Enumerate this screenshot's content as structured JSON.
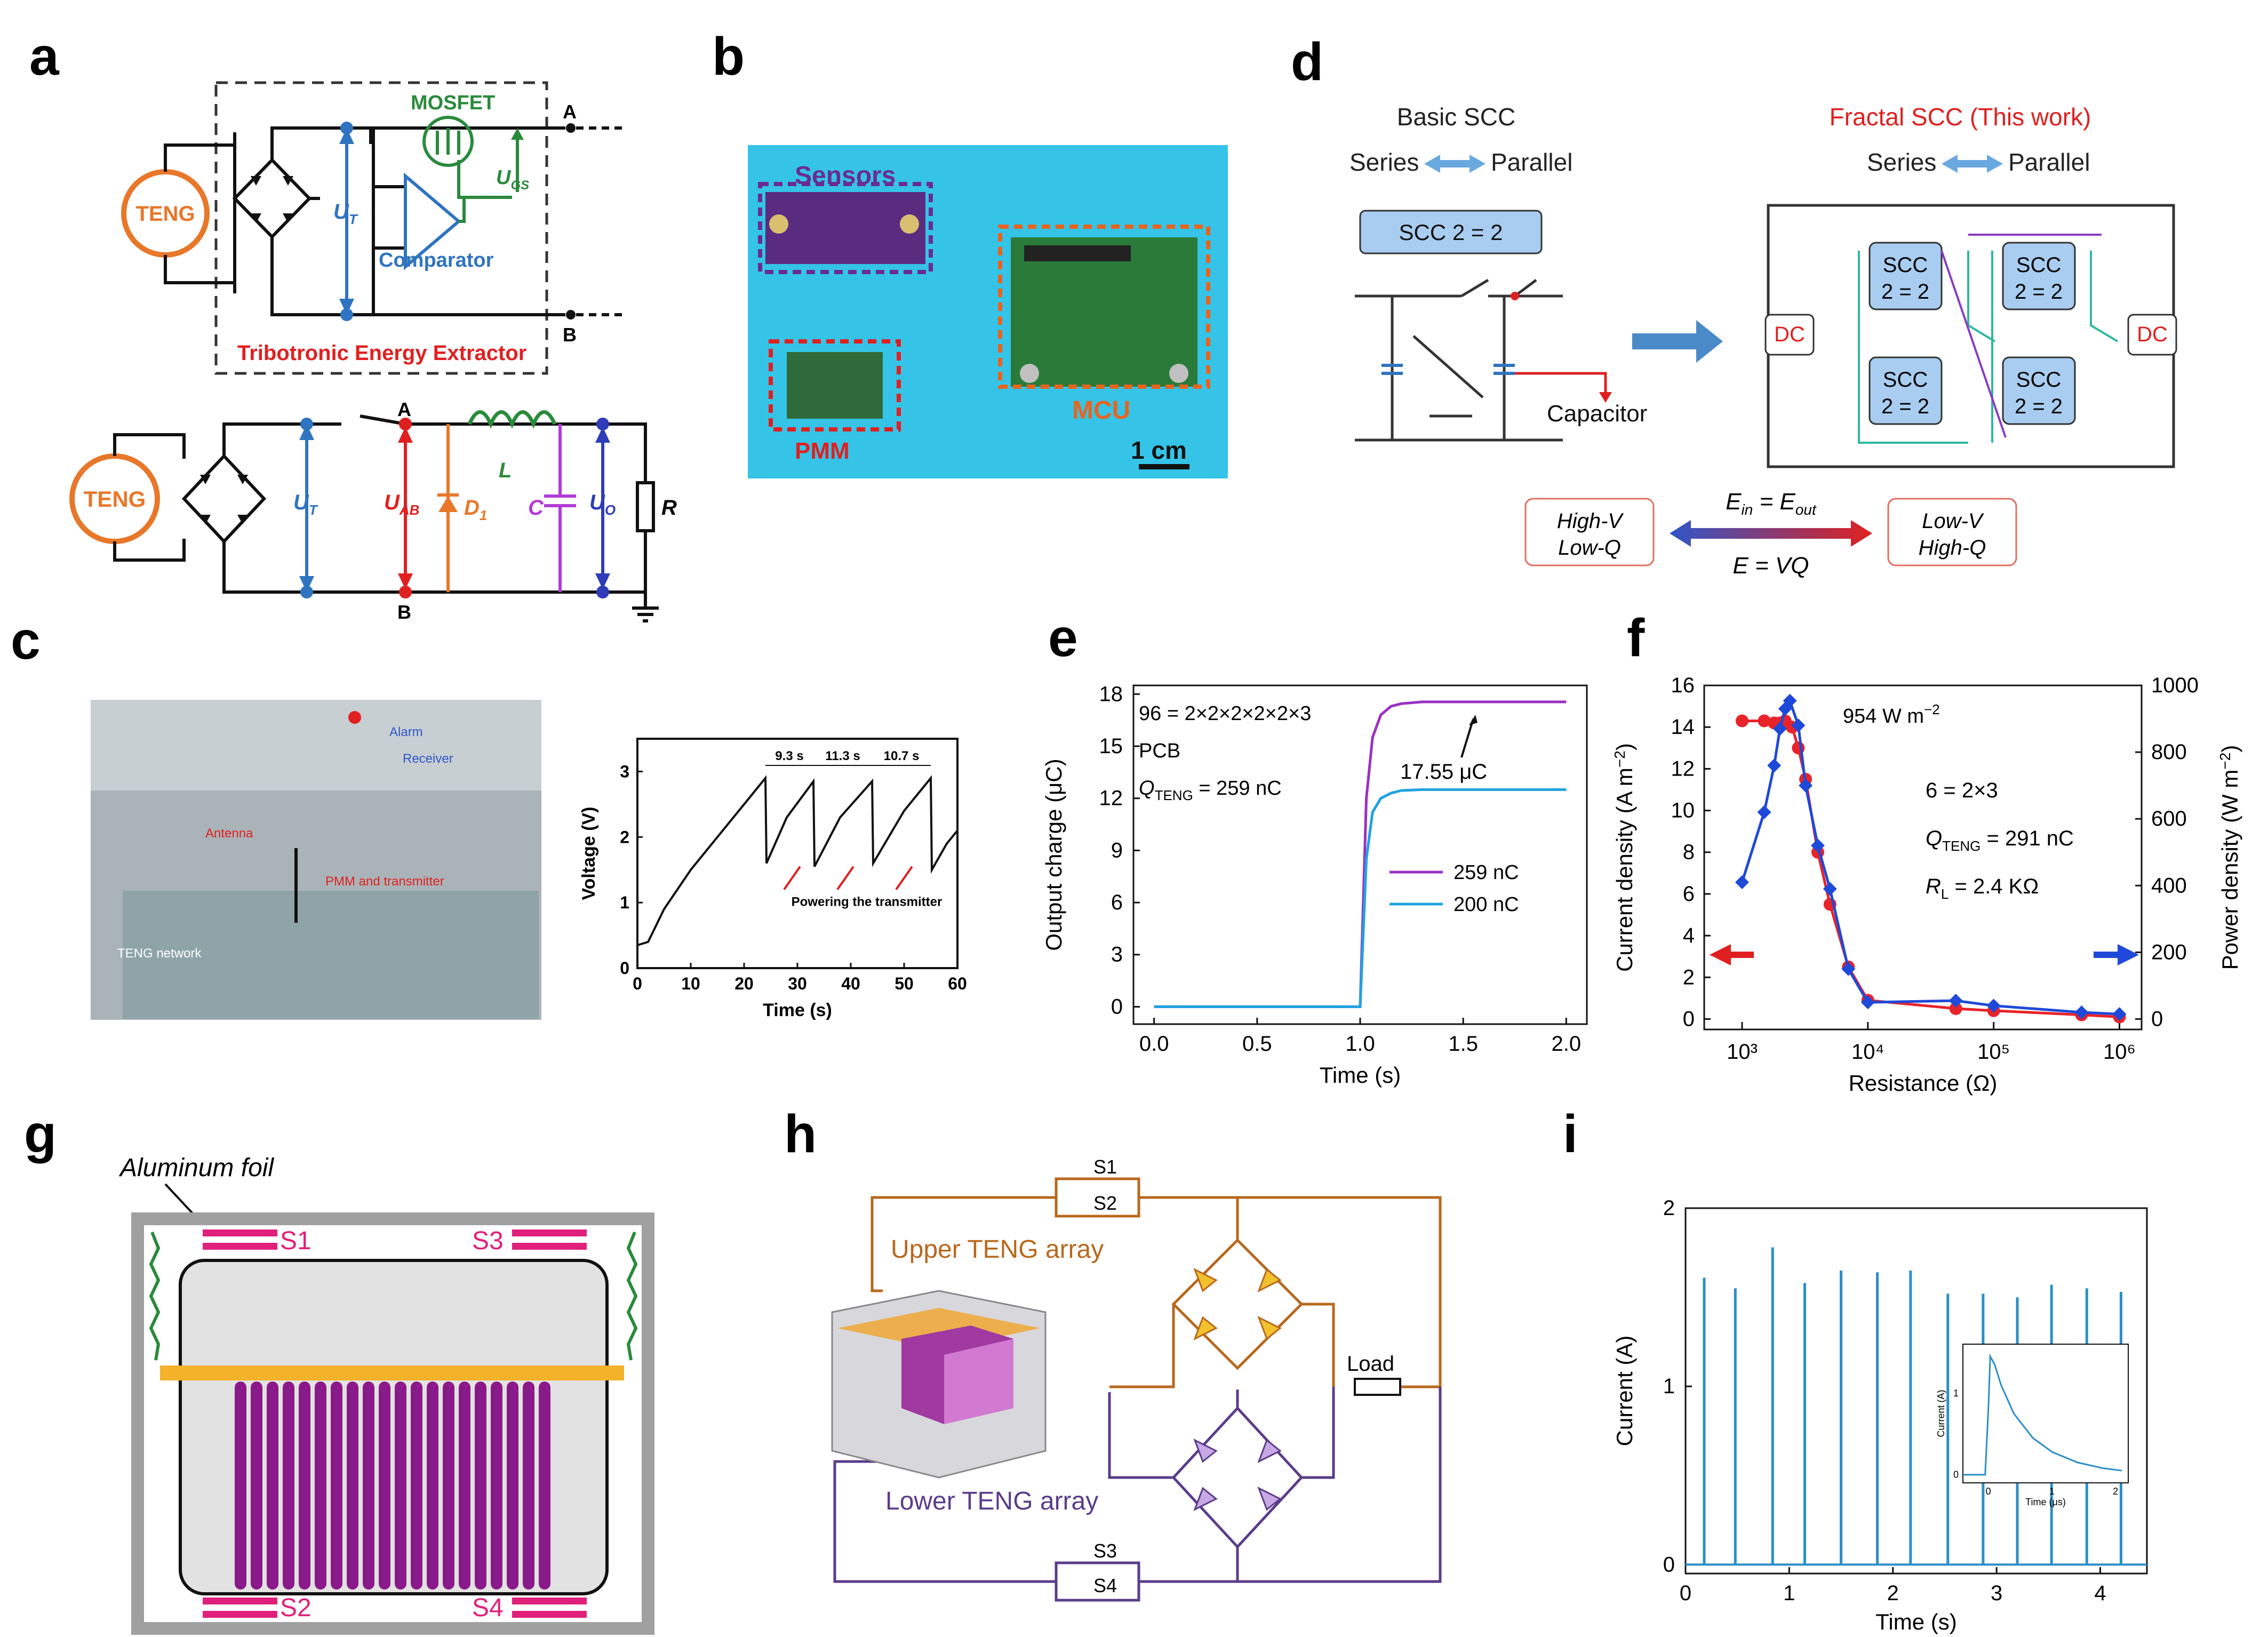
{
  "panels": {
    "a": {
      "letter": "a",
      "teng_top": "TENG",
      "mosfet": "MOSFET",
      "node_a": "A",
      "node_b": "B",
      "ut": "U",
      "ut_sub": "T",
      "ugs": "U",
      "ugs_sub": "GS",
      "comparator": "Comparator",
      "extractor": "Tribotronic Energy Extractor",
      "teng_bottom": "TENG",
      "ut2": "U",
      "ut2_sub": "T",
      "a2": "A",
      "b2": "B",
      "uab": "U",
      "uab_sub": "AB",
      "d1": "D",
      "d1_sub": "1",
      "l": "L",
      "c": "C",
      "uo": "U",
      "uo_sub": "O",
      "r": "R"
    },
    "b": {
      "letter": "b",
      "sensors": "Sensors",
      "mcu": "MCU",
      "pmm": "PMM",
      "scale": "1 cm",
      "colors": {
        "bg": "#35c4e8",
        "sensors": "#6a2c91",
        "pmm": "#e02020",
        "mcu": "#e8641e"
      }
    },
    "c": {
      "letter": "c",
      "photo_labels": {
        "alarm": "Alarm",
        "receiver": "Receiver",
        "antenna": "Antenna",
        "pmm": "PMM and transmitter",
        "network": "TENG network"
      }
    },
    "d": {
      "letter": "d",
      "basic_title": "Basic SCC",
      "fractal_title": "Fractal SCC (This work)",
      "series": "Series",
      "parallel": "Parallel",
      "series2": "Series",
      "parallel2": "Parallel",
      "scc_box": "SCC      2 = 2",
      "capacitor": "Capacitor",
      "dc_left": "DC",
      "dc_right": "DC",
      "scc": "SCC",
      "scc_ratio": "2 = 2",
      "hv": "High-V",
      "lq": "Low-Q",
      "lv": "Low-V",
      "hq": "High-Q",
      "ein": "E",
      "ein_sub": "in",
      "eq1_mid": " = ",
      "eout": "E",
      "eout_sub": "out",
      "evq": "E = VQ"
    },
    "e": {
      "letter": "e",
      "factor": "96 = 2×2×2×2×2×3",
      "pcb": "PCB",
      "qteng": "Q",
      "qteng_sub": "TENG",
      "qteng_val": " = 259 nC",
      "peak": "17.55 μC",
      "legend": [
        "259 nC",
        "200 nC"
      ]
    },
    "f": {
      "letter": "f",
      "peak": "954 W m",
      "peak_sup": "−2",
      "factor": "6 = 2×3",
      "qteng": "Q",
      "qteng_sub": "TENG",
      "qteng_val": " = 291 nC",
      "rl": "R",
      "rl_sub": "L",
      "rl_val": " = 2.4 KΩ"
    },
    "g": {
      "letter": "g",
      "foil": "Aluminum foil",
      "s1": "S1",
      "s2": "S2",
      "s3": "S3",
      "s4": "S4"
    },
    "h": {
      "letter": "h",
      "s1": "S1",
      "s2": "S2",
      "s3": "S3",
      "s4": "S4",
      "upper": "Upper TENG array",
      "lower": "Lower TENG array",
      "load": "Load"
    },
    "i": {
      "letter": "i"
    }
  },
  "chart_data": [
    {
      "panel": "c",
      "type": "line",
      "xlabel": "Time (s)",
      "ylabel": "Voltage (V)",
      "xlim": [
        0,
        60
      ],
      "ylim": [
        0,
        3.5
      ],
      "xticks": [
        0,
        10,
        20,
        30,
        40,
        50,
        60
      ],
      "yticks": [
        0,
        1,
        2,
        3
      ],
      "annotations": [
        "9.3 s",
        "11.3 s",
        "10.7 s",
        "Powering the transmitter"
      ],
      "series": [
        {
          "x": [
            0,
            2,
            5,
            10,
            15,
            20,
            24,
            24.2,
            28,
            33,
            33.2,
            38,
            44,
            44.2,
            50,
            55,
            55.2,
            58,
            60
          ],
          "y": [
            0.35,
            0.4,
            0.9,
            1.5,
            2.0,
            2.5,
            2.9,
            1.6,
            2.3,
            2.85,
            1.55,
            2.3,
            2.85,
            1.6,
            2.4,
            2.9,
            1.5,
            1.9,
            2.1
          ]
        }
      ]
    },
    {
      "panel": "e",
      "type": "line",
      "xlabel": "Time (s)",
      "ylabel": "Output charge (μC)",
      "xlim": [
        -0.1,
        2.1
      ],
      "ylim": [
        -1,
        18.5
      ],
      "xticks": [
        0.0,
        0.5,
        1.0,
        1.5,
        2.0
      ],
      "yticks": [
        0,
        3,
        6,
        9,
        12,
        15,
        18
      ],
      "legend": "center-right",
      "series": [
        {
          "name": "259 nC",
          "color": "#9b30c4",
          "x": [
            0,
            1.0,
            1.03,
            1.06,
            1.1,
            1.15,
            1.2,
            1.3,
            1.5,
            2.0
          ],
          "y": [
            0,
            0,
            12.0,
            15.5,
            16.8,
            17.3,
            17.45,
            17.55,
            17.55,
            17.55
          ]
        },
        {
          "name": "200 nC",
          "color": "#1fa3e0",
          "x": [
            0,
            1.0,
            1.03,
            1.06,
            1.1,
            1.15,
            1.2,
            1.3,
            1.5,
            2.0
          ],
          "y": [
            0,
            0,
            8.5,
            11.2,
            12.0,
            12.3,
            12.45,
            12.5,
            12.5,
            12.5
          ]
        }
      ]
    },
    {
      "panel": "f",
      "type": "scatter",
      "xlabel": "Resistance (Ω)",
      "ylabel": "Current density (A m",
      "ylabel_sup": "−2",
      "ylabel_end": ")",
      "y2label": "Power density (W m",
      "y2label_sup": "−2",
      "y2label_end": ")",
      "x_scale": "log",
      "xlim": [
        500,
        1500000
      ],
      "ylim": [
        -0.5,
        16
      ],
      "y2lim": [
        -31.25,
        1000
      ],
      "xticks": [
        "10³",
        "10⁴",
        "10⁵",
        "10⁶"
      ],
      "yticks": [
        0,
        2,
        4,
        6,
        8,
        10,
        12,
        14,
        16
      ],
      "y2ticks": [
        0,
        200,
        400,
        600,
        800,
        1000
      ],
      "series": [
        {
          "name": "Current density",
          "axis": "left",
          "color": "#e8232a",
          "x": [
            1000,
            1500,
            1800,
            2000,
            2200,
            2500,
            2800,
            3200,
            4000,
            5000,
            7000,
            10000,
            50000,
            100000,
            500000,
            1000000
          ],
          "y": [
            14.3,
            14.3,
            14.2,
            14.2,
            14.3,
            14.0,
            13.0,
            11.5,
            8.0,
            5.5,
            2.5,
            0.9,
            0.5,
            0.4,
            0.2,
            0.1
          ]
        },
        {
          "name": "Power density",
          "axis": "right",
          "color": "#1f49d8",
          "x": [
            1000,
            1500,
            1800,
            2000,
            2200,
            2400,
            2800,
            3200,
            4000,
            5000,
            7000,
            10000,
            50000,
            100000,
            500000,
            1000000
          ],
          "y": [
            410,
            620,
            760,
            870,
            930,
            954,
            880,
            700,
            520,
            390,
            150,
            50,
            55,
            40,
            20,
            15
          ]
        }
      ]
    },
    {
      "panel": "i",
      "type": "line",
      "xlabel": "Time (s)",
      "ylabel": "Current (A)",
      "xlim": [
        0,
        4.45
      ],
      "ylim": [
        -0.05,
        2
      ],
      "xticks": [
        0,
        1,
        2,
        3,
        4
      ],
      "yticks": [
        0,
        1,
        2
      ],
      "spikes": {
        "x": [
          0.18,
          0.48,
          0.84,
          1.15,
          1.5,
          1.85,
          2.17,
          2.53,
          2.87,
          3.2,
          3.53,
          3.87,
          4.2
        ],
        "y": [
          1.61,
          1.55,
          1.78,
          1.58,
          1.65,
          1.64,
          1.65,
          1.52,
          1.52,
          1.5,
          1.57,
          1.55,
          1.53
        ]
      },
      "inset": {
        "xlabel": "Time (μs)",
        "ylabel": "Current (A)",
        "xlim": [
          -0.4,
          2.2
        ],
        "ylim": [
          -0.1,
          1.6
        ],
        "xticks": [
          0,
          1,
          2
        ],
        "yticks": [
          0,
          1
        ],
        "x": [
          -0.4,
          -0.05,
          0,
          0.03,
          0.1,
          0.2,
          0.4,
          0.7,
          1.0,
          1.4,
          1.8,
          2.1
        ],
        "y": [
          0,
          0,
          0.8,
          1.45,
          1.35,
          1.1,
          0.75,
          0.45,
          0.28,
          0.15,
          0.08,
          0.05
        ]
      }
    }
  ]
}
